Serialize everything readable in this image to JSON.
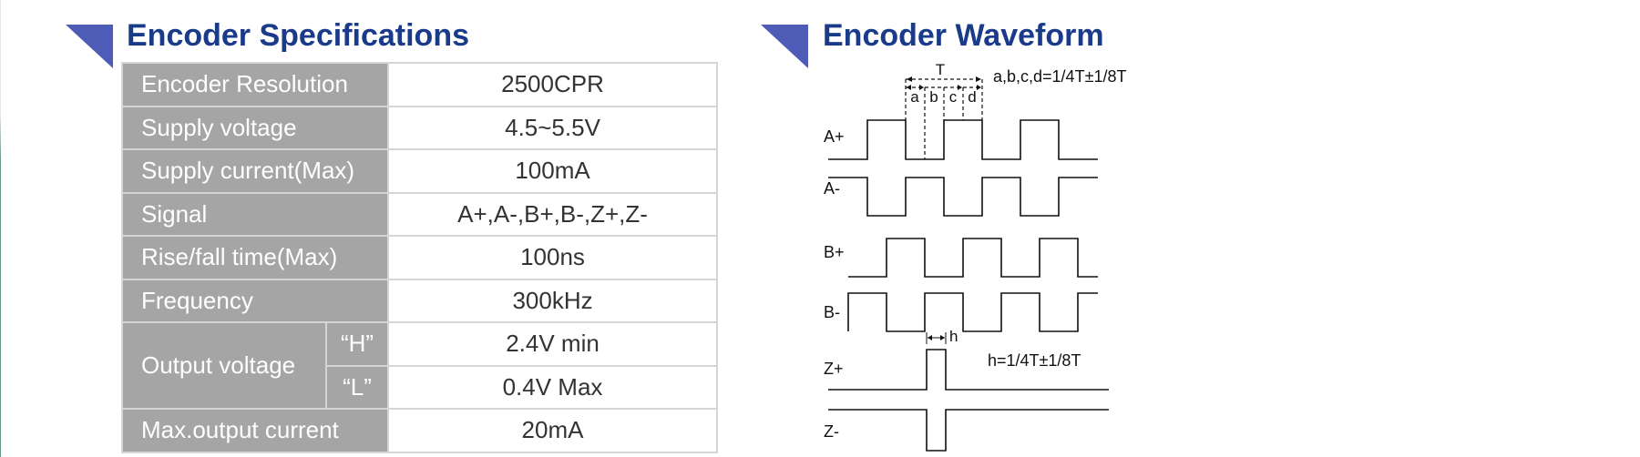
{
  "specifications": {
    "title": "Encoder Specifications",
    "rows": [
      {
        "label": "Encoder Resolution",
        "value": "2500CPR"
      },
      {
        "label": "Supply voltage",
        "value": "4.5~5.5V"
      },
      {
        "label": "Supply current(Max)",
        "value": "100mA"
      },
      {
        "label": "Signal",
        "value": "A+,A-,B+,B-,Z+,Z-"
      },
      {
        "label": "Rise/fall time(Max)",
        "value": "100ns"
      },
      {
        "label": "Frequency",
        "value": "300kHz"
      }
    ],
    "output_voltage": {
      "label": "Output voltage",
      "high_label": "“H”",
      "high_value": "2.4V min",
      "low_label": "“L”",
      "low_value": "0.4V Max"
    },
    "last_row": {
      "label": "Max.output current",
      "value": "20mA"
    }
  },
  "waveform": {
    "title": "Encoder Waveform",
    "period_label": "T",
    "phase_note": "a,b,c,d=1/4T±1/8T",
    "phase_marks": [
      "a",
      "b",
      "c",
      "d"
    ],
    "index_width_label": "h",
    "index_note": "h=1/4T±1/8T",
    "channels": [
      "A+",
      "A-",
      "B+",
      "B-",
      "Z+",
      "Z-"
    ]
  },
  "colors": {
    "accent_triangle": "#4f5cb7",
    "title_blue": "#1a3a8a",
    "label_cell_bg": "#a5a5a5",
    "border_gray": "#d5d5d5"
  }
}
